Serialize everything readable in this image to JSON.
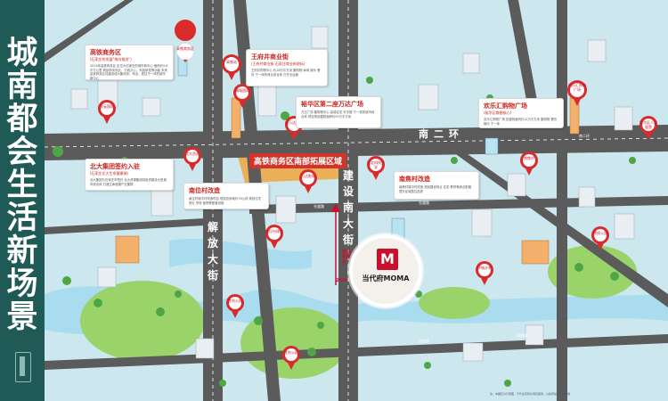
{
  "sidebar": {
    "title": "城南都会生活新场景",
    "color": "#1f5a57"
  },
  "colors": {
    "water": "#a9dcee",
    "ground": "#cde7ef",
    "road": "#5b5b5b",
    "pin": "#d92b2b",
    "business_zone": "#f0a63c",
    "park": "#9bd36b"
  },
  "roads": {
    "south_second_ring": "南二环",
    "jiefang_street": "解放大街",
    "jianshe_south_street": "建设南大街",
    "minor": [
      "仓盛路",
      "仓盛路",
      "园盛路",
      "园盛路",
      "南二环"
    ]
  },
  "center": {
    "project_name": "当代府MOMA",
    "distance_label": "直线距离约",
    "distance_value": "2KM",
    "region_label": "高铁商务区南部拓展区域"
  },
  "callouts": [
    {
      "id": "gaotie",
      "title": "高铁商务区",
      "subtitle": "(石家庄的发展\"南向推进\")",
      "body": "2014年高铁商务区  定位为石家庄的城市新中心 面积约5.8平方公里  规划商务商业、行政办公、科技研发等功能 未来高铁商务区将建设成为集商务、商业、居住于一体的城市新中心"
    },
    {
      "id": "wangfujing",
      "title": "王府井商业街",
      "subtitle": "(王府井商业街 石家庄商业新地标)",
      "body": "王府井购物中心 约18万平方米 集购物 休闲 娱乐 餐饮 于一体的商业综合体 已开业运营"
    },
    {
      "id": "yuhua",
      "title": "裕华区第二座万达广场",
      "subtitle": "",
      "body": "万达广场 集购物中心 高端住宅 写字楼 于一体的城市综合体 项目规划建筑面积约50万平方米"
    },
    {
      "id": "beida",
      "title": "北大集团签约入驻",
      "subtitle": "(石家庄北大生命健康城)",
      "body": "北大集团与石家庄市签约 北大资源集团将投资建设大型城市综合体 打造生命健康产业集群"
    },
    {
      "id": "nanwei",
      "title": "南位村改造",
      "subtitle": "",
      "body": "南位村城中村改造项目 规划总用地约78公顷 规划住宅 商业 学校 医院等配套设施"
    },
    {
      "id": "nanchu",
      "title": "南焦村改造",
      "subtitle": "",
      "body": "南焦村城中村改造 规划建设商业 住宅 教育等综合配套 提升区域居住品质"
    },
    {
      "id": "huanle",
      "title": "欢乐汇购物广场",
      "subtitle": "(裕华区商圈核心)",
      "body": "欢乐汇购物广场 总建筑面积约12万平方米 集购物 餐饮 娱乐 于一体"
    }
  ],
  "pins": [
    {
      "id": "p1",
      "label": "高铁商务区"
    },
    {
      "id": "p2",
      "label": "高铁站"
    },
    {
      "id": "p3",
      "label": "祥云国际"
    },
    {
      "id": "p4",
      "label": "瑞城国际"
    },
    {
      "id": "p5",
      "label": "欢乐汇购物广场"
    },
    {
      "id": "p6",
      "label": "北大资源"
    },
    {
      "id": "p7",
      "label": "新万达广场"
    },
    {
      "id": "p8",
      "label": "河北科技大学"
    },
    {
      "id": "p9",
      "label": "万达影城"
    },
    {
      "id": "p10",
      "label": "南位村改造"
    },
    {
      "id": "p11",
      "label": "南焦村"
    },
    {
      "id": "p12",
      "label": "胜利公园"
    },
    {
      "id": "p13",
      "label": "环城水系"
    },
    {
      "id": "p14",
      "label": "德成公园"
    },
    {
      "id": "p15",
      "label": "胜利公园"
    },
    {
      "id": "p16",
      "label": "裕华区人民医院"
    }
  ],
  "footer": "注：本图仅为示意图，不代表实际比例及距离，以政府最终规划为准"
}
